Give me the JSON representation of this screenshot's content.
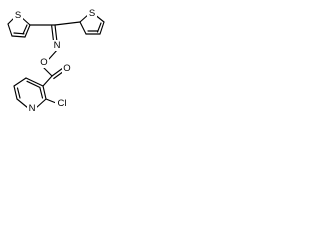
{
  "molecule": {
    "atoms": {
      "s_left": "S",
      "s_right": "S",
      "n_imine": "N",
      "o_ester_link": "O",
      "o_carbonyl": "O",
      "n_pyridine": "N",
      "cl": "Cl"
    }
  }
}
